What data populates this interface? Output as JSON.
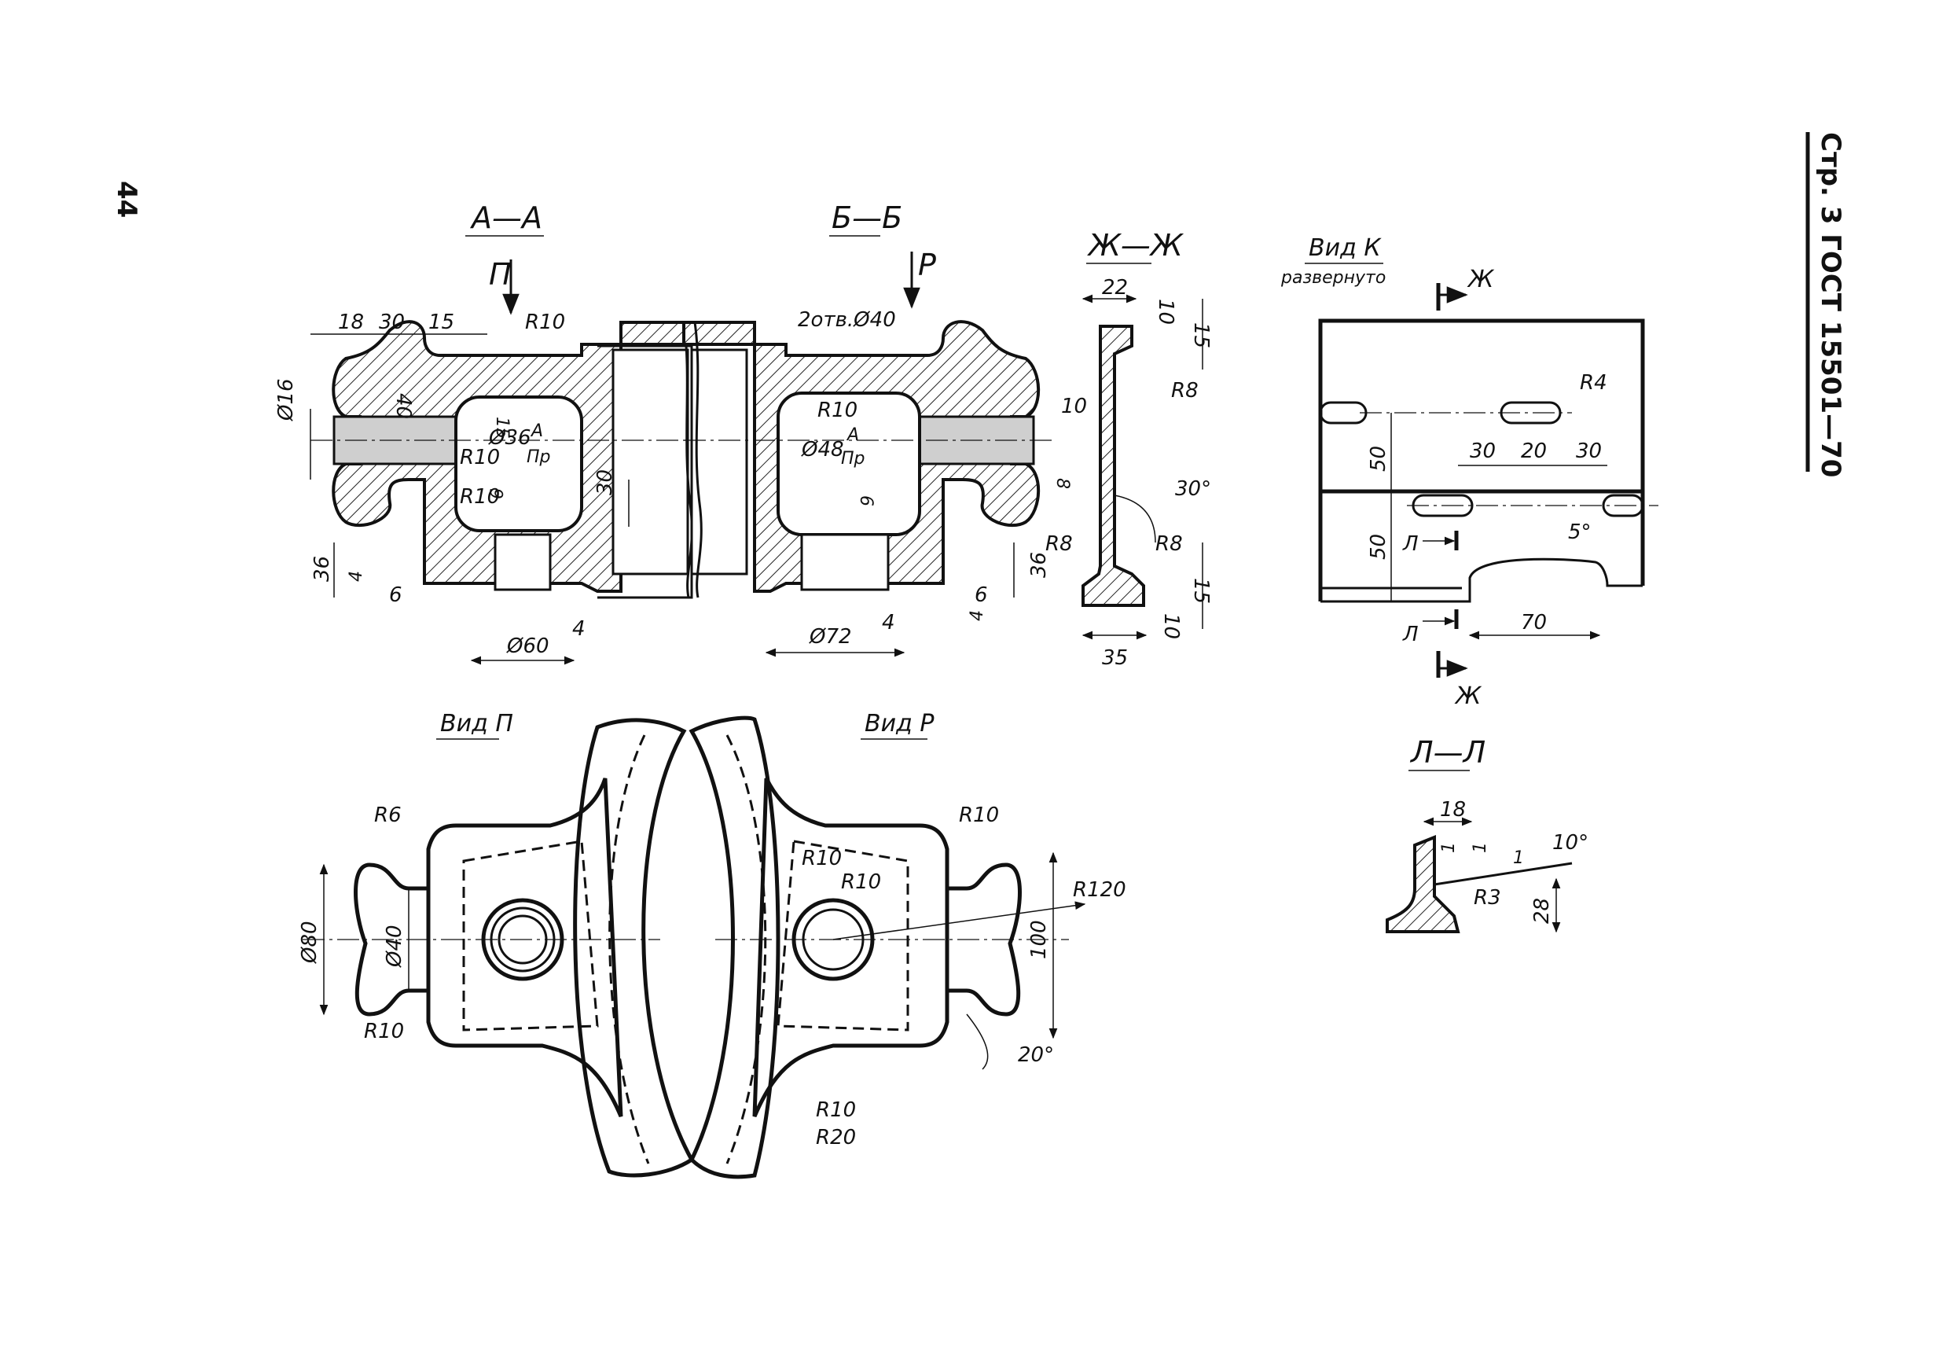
{
  "page": {
    "number": "44",
    "header": "Стр. 3  ГОСТ 15501—70"
  },
  "sections": {
    "aa": {
      "title": "А—А",
      "arrow": "П",
      "dims": [
        "18",
        "30",
        "15",
        "R10",
        "40",
        "Ø16",
        "15",
        "Ø36",
        "А",
        "Пр",
        "R10",
        "R10",
        "30",
        "6",
        "36",
        "4",
        "6",
        "Ø60",
        "4"
      ]
    },
    "bb": {
      "title": "Б—Б",
      "arrow": "Р",
      "dims": [
        "2отв.Ø40",
        "R10",
        "Ø48",
        "А",
        "Пр",
        "6",
        "36",
        "6",
        "4",
        "Ø72",
        "4"
      ]
    },
    "zhzh": {
      "title": "Ж—Ж",
      "dims": [
        "22",
        "10",
        "15",
        "R8",
        "10",
        "8",
        "30°",
        "R8",
        "R8",
        "15",
        "10",
        "35"
      ]
    },
    "vidk": {
      "title": "Вид К",
      "subtitle": "развернуто",
      "marks": [
        "Ж",
        "Ж",
        "Л",
        "Л"
      ],
      "dims": [
        "R4",
        "30",
        "20",
        "30",
        "50",
        "50",
        "5°",
        "70"
      ]
    },
    "vidp": {
      "title": "Вид П",
      "dims": [
        "R6",
        "Ø80",
        "Ø40",
        "R10"
      ]
    },
    "vidr": {
      "title": "Вид Р",
      "dims": [
        "R10",
        "R10",
        "R10",
        "R120",
        "100",
        "20°",
        "R10",
        "R20"
      ]
    },
    "ll": {
      "title": "Л—Л",
      "dims": [
        "18",
        "1",
        "1",
        "1",
        "10°",
        "R3",
        "28"
      ]
    }
  }
}
